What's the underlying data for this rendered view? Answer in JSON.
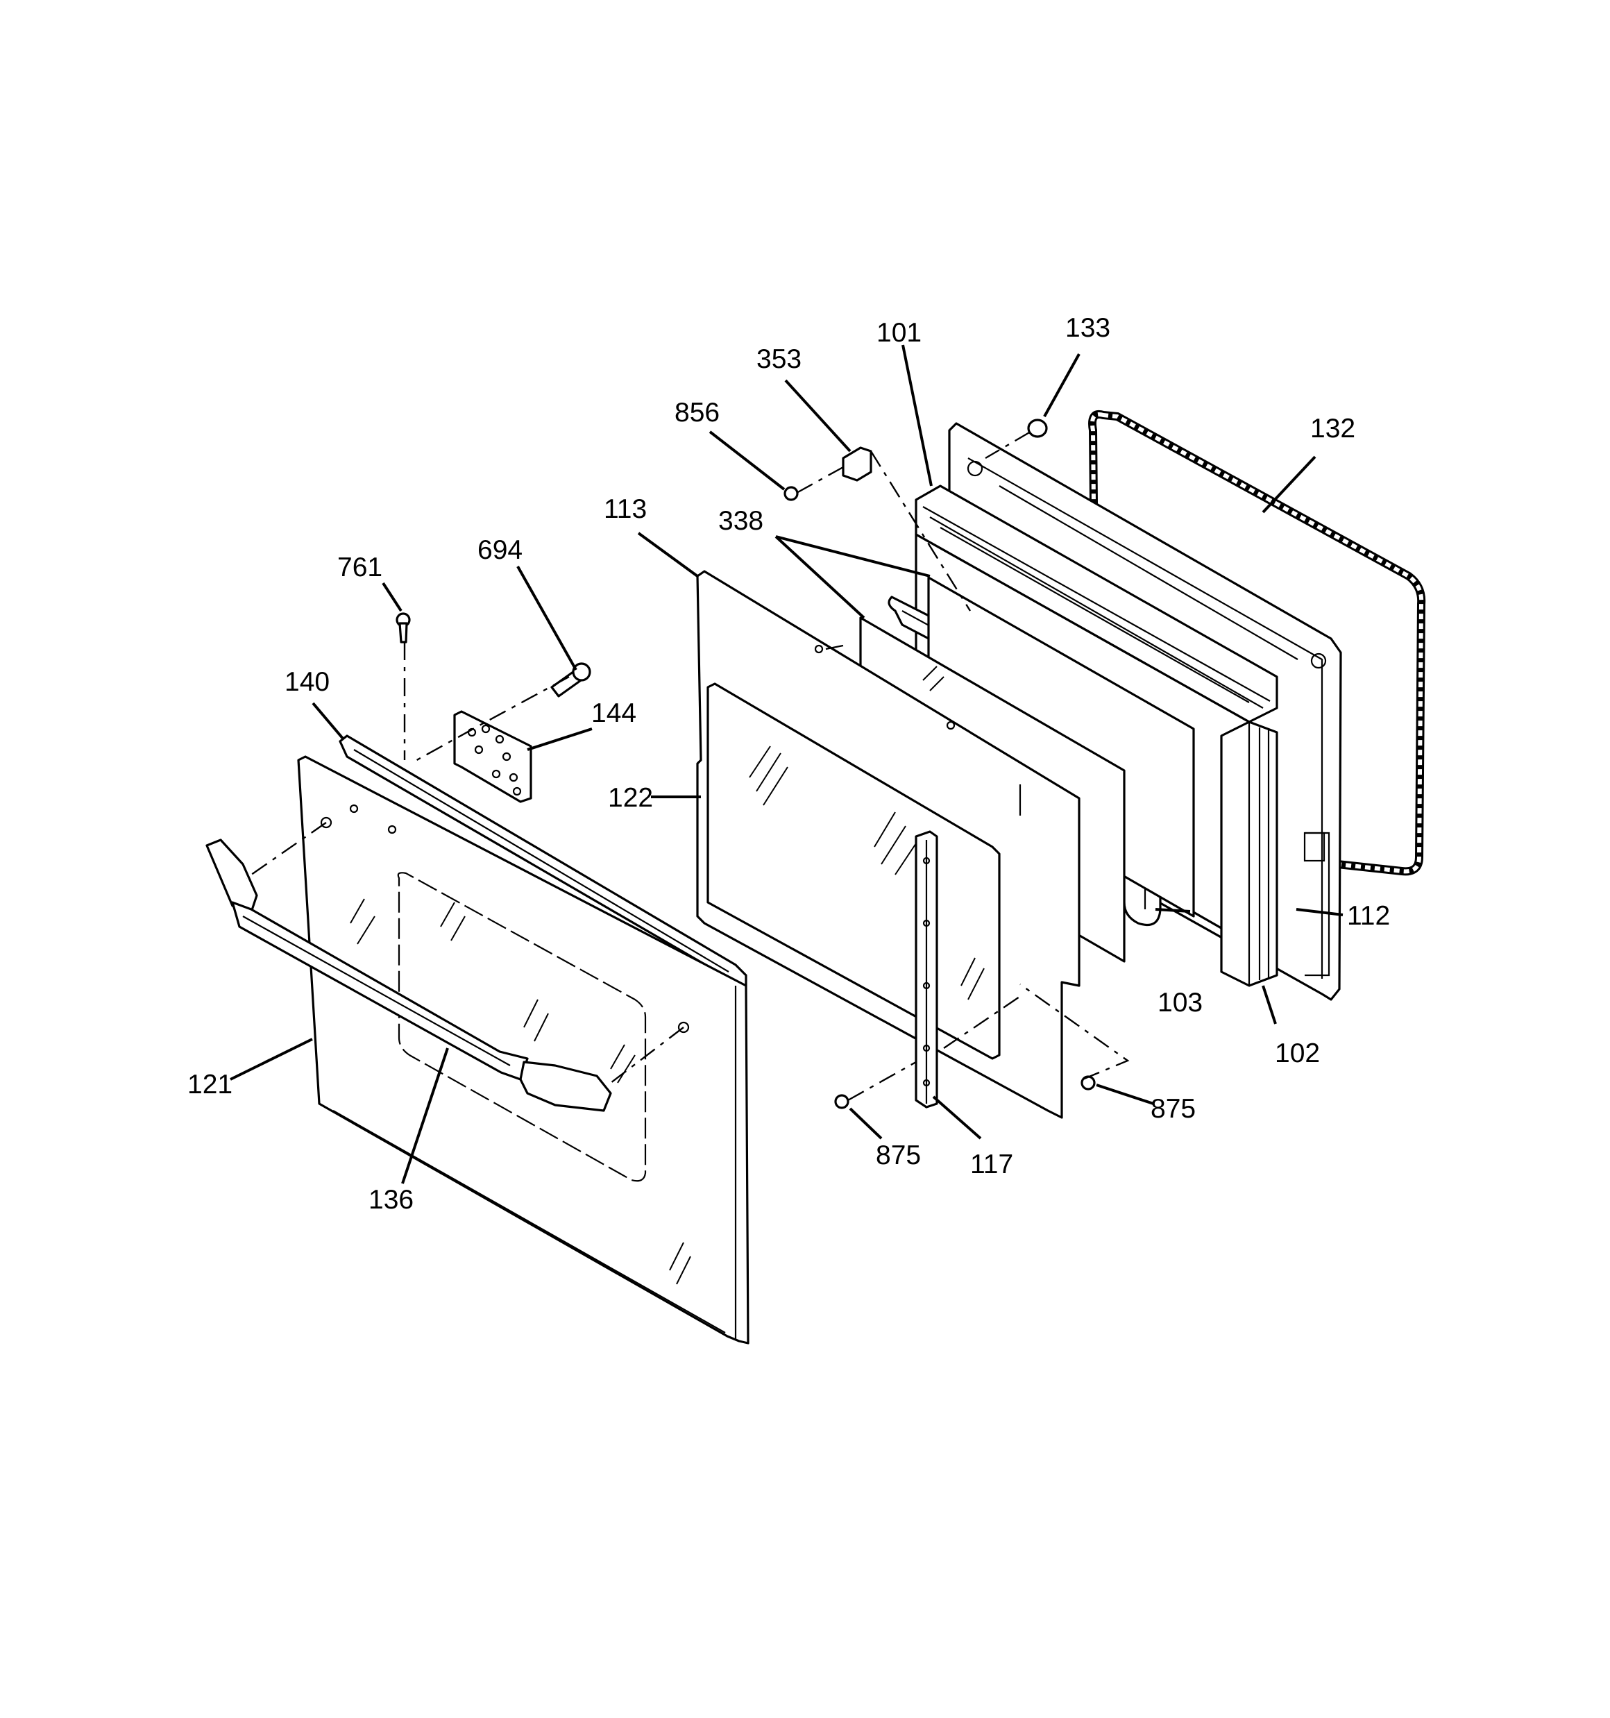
{
  "diagram": {
    "callouts": [
      {
        "id": "101",
        "label": "101"
      },
      {
        "id": "102",
        "label": "102"
      },
      {
        "id": "103",
        "label": "103"
      },
      {
        "id": "112",
        "label": "112"
      },
      {
        "id": "113",
        "label": "113"
      },
      {
        "id": "117",
        "label": "117"
      },
      {
        "id": "121",
        "label": "121"
      },
      {
        "id": "122",
        "label": "122"
      },
      {
        "id": "132",
        "label": "132"
      },
      {
        "id": "133",
        "label": "133"
      },
      {
        "id": "136",
        "label": "136"
      },
      {
        "id": "140",
        "label": "140"
      },
      {
        "id": "144",
        "label": "144"
      },
      {
        "id": "338",
        "label": "338"
      },
      {
        "id": "353",
        "label": "353"
      },
      {
        "id": "694",
        "label": "694"
      },
      {
        "id": "761",
        "label": "761"
      },
      {
        "id": "856",
        "label": "856"
      },
      {
        "id": "875a",
        "label": "875"
      },
      {
        "id": "875b",
        "label": "875"
      }
    ]
  }
}
